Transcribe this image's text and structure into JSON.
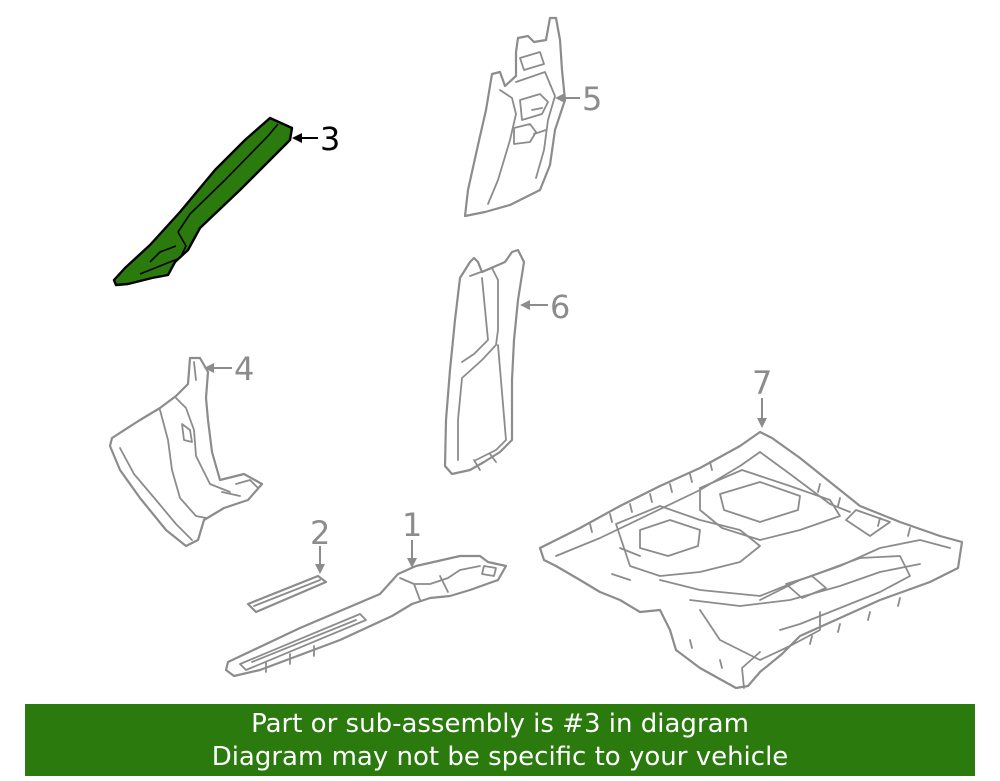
{
  "diagram": {
    "callouts": [
      {
        "number": "1",
        "part": "door-scuff-plate"
      },
      {
        "number": "2",
        "part": "scuff-plate-strip"
      },
      {
        "number": "3",
        "part": "a-pillar-trim",
        "highlighted": true
      },
      {
        "number": "4",
        "part": "cowl-side-trim"
      },
      {
        "number": "5",
        "part": "upper-b-pillar-trim"
      },
      {
        "number": "6",
        "part": "lower-b-pillar-trim"
      },
      {
        "number": "7",
        "part": "floor-carpet"
      }
    ],
    "colors": {
      "highlight": "#2a7a0e",
      "linework": "#8c8c8c",
      "highlight_outline": "#000000"
    }
  },
  "banner": {
    "line1": "Part or sub-assembly is #3 in diagram",
    "line2": "Diagram may not be specific to your vehicle"
  }
}
